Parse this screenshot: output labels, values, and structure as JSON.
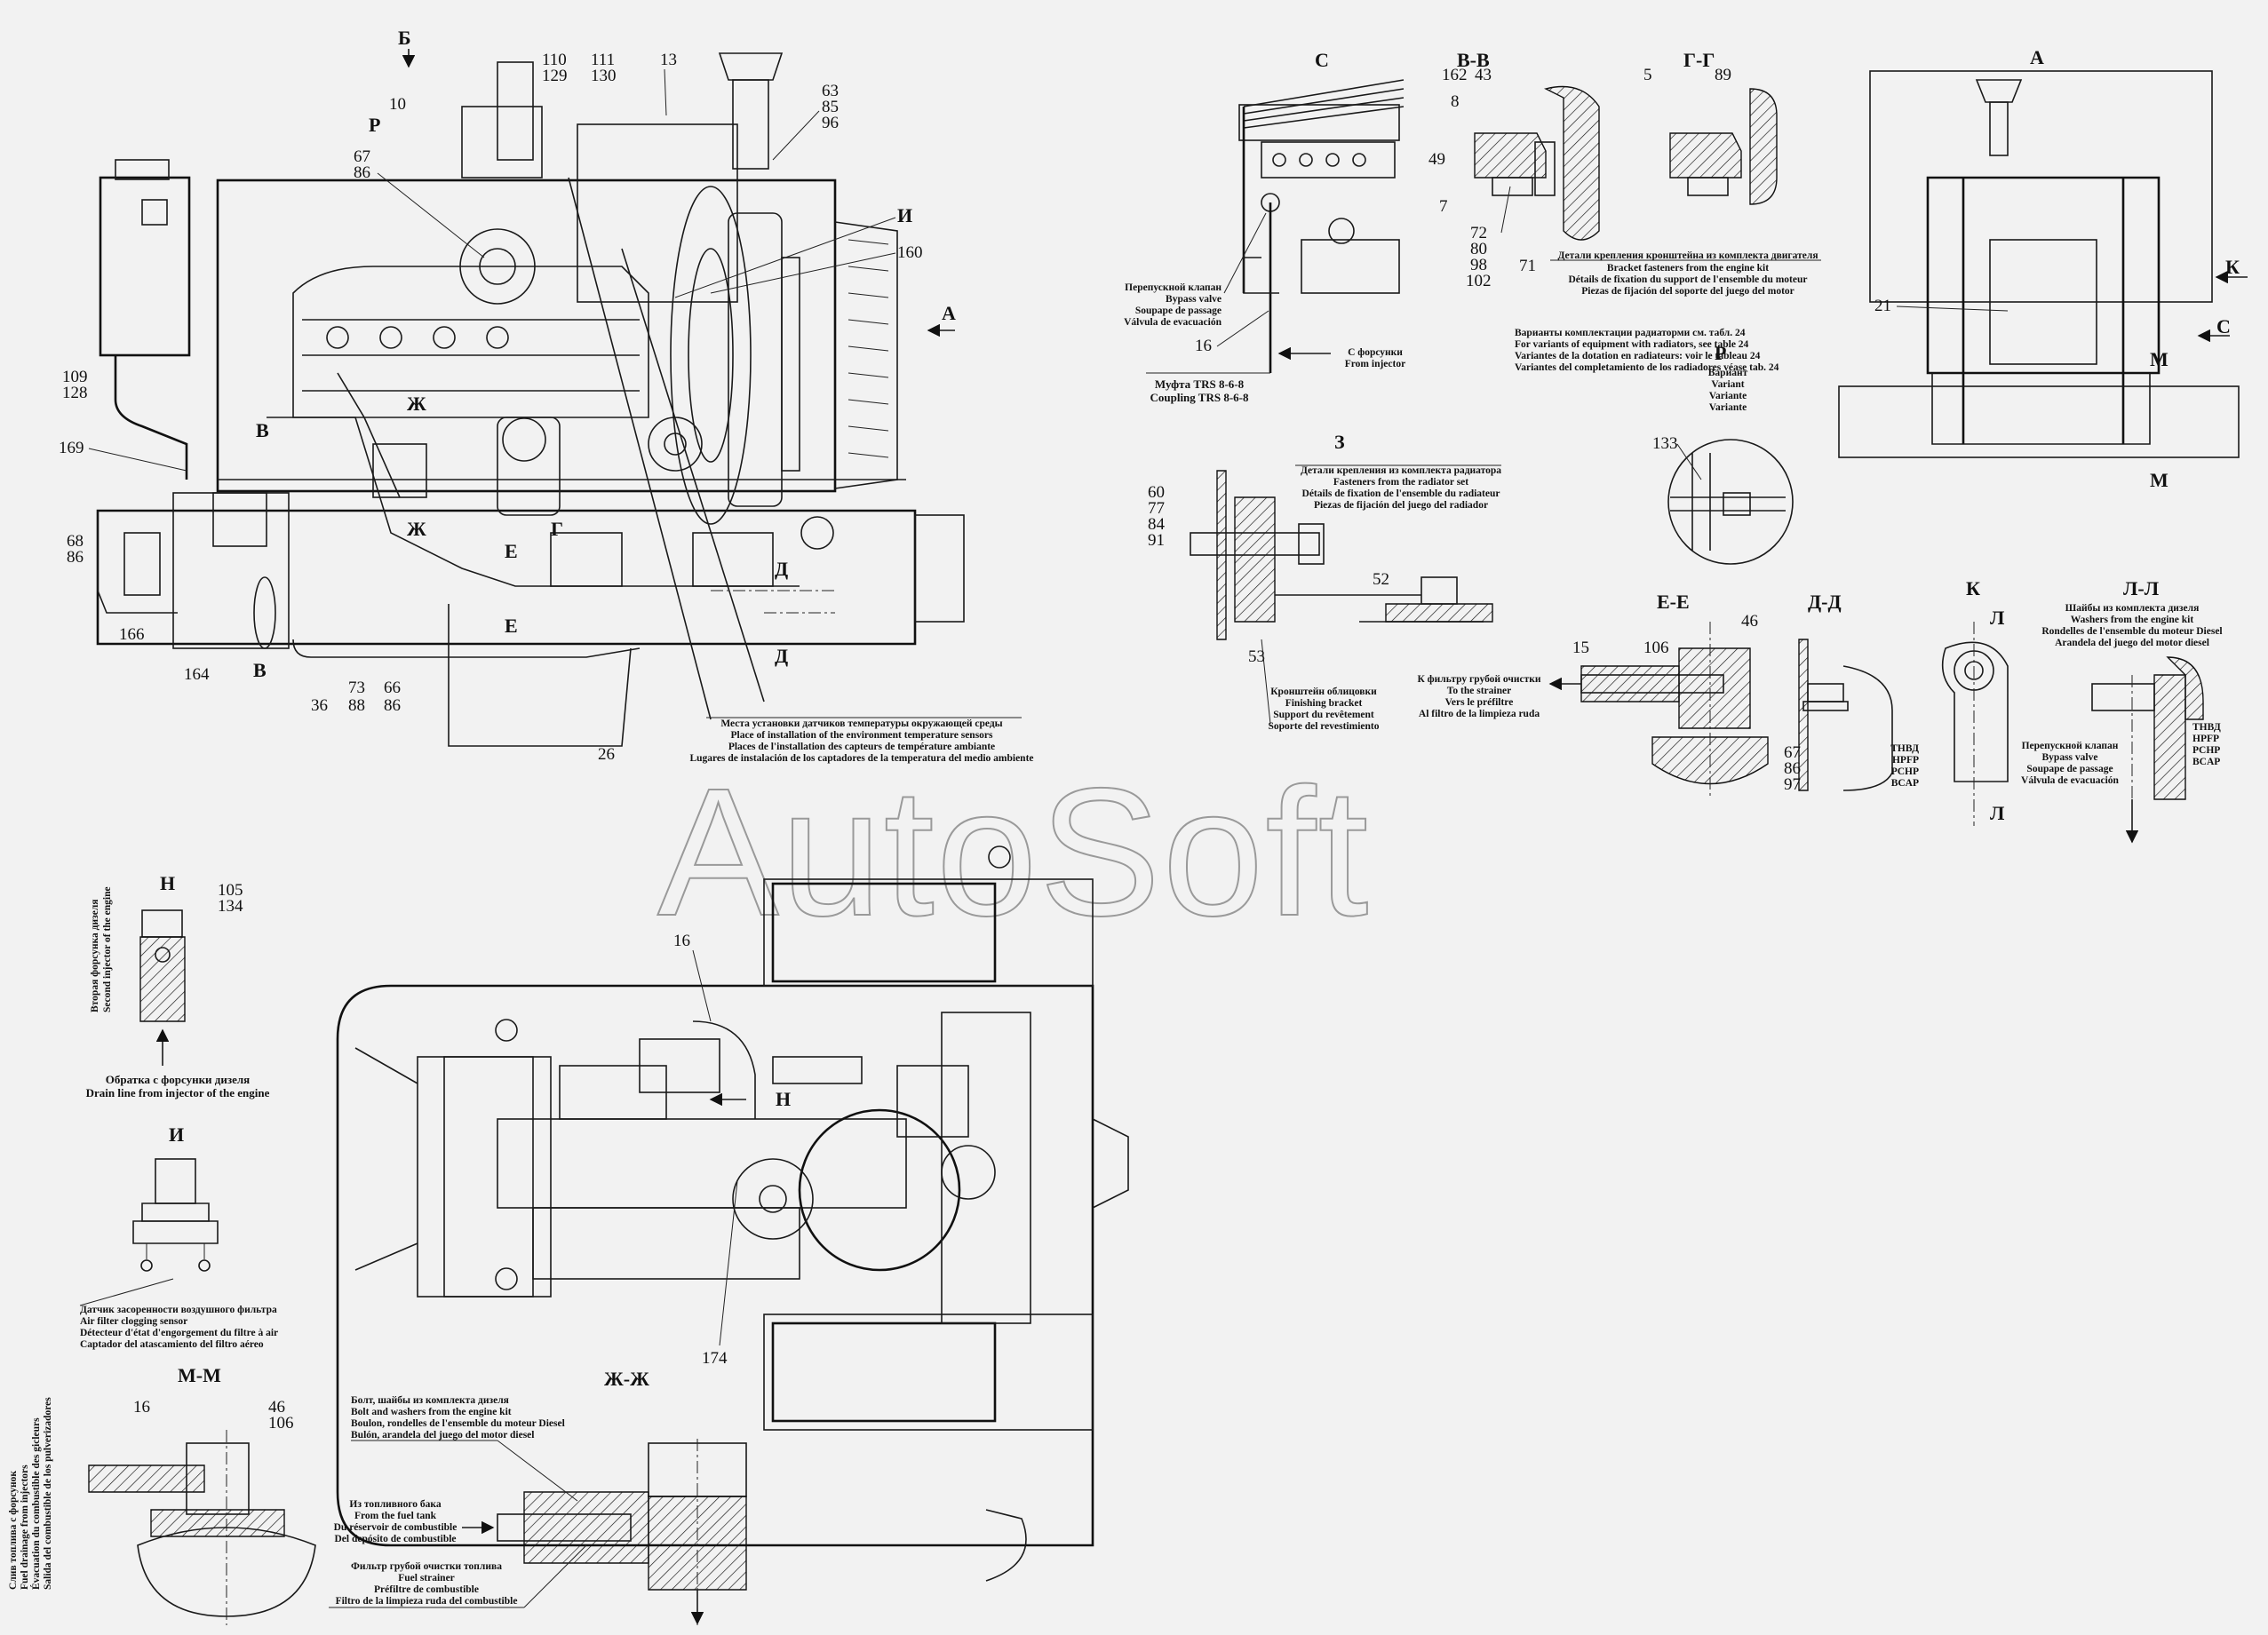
{
  "watermark": "AutoSoft",
  "views": {
    "main_top": {
      "arrow_b": "Б",
      "arrow_a": "А",
      "label_p": "Р",
      "label_i": "И",
      "label_v": "В",
      "label_zh": "Ж",
      "label_e": "Е",
      "label_g": "Г",
      "label_d": "Д",
      "parts": [
        "10",
        "67",
        "86",
        "110",
        "129",
        "111",
        "130",
        "13",
        "63",
        "85",
        "96",
        "160",
        "109",
        "128",
        "169",
        "68",
        "86",
        "166",
        "164",
        "36",
        "73",
        "88",
        "66",
        "86",
        "26"
      ]
    },
    "view_c": {
      "title": "С",
      "bypass": [
        "Перепускной клапан",
        "Bypass valve",
        "Soupape de passage",
        "Válvula de evacuación"
      ],
      "part_16": "16",
      "from_injector": [
        "С форсунки",
        "From injector"
      ],
      "coupling": [
        "Муфта TRS 8-6-8",
        "Coupling TRS 8-6-8"
      ]
    },
    "view_vv": {
      "title": "В-В",
      "parts": [
        "8",
        "162",
        "43",
        "49",
        "7",
        "72",
        "80",
        "98",
        "102",
        "71"
      ]
    },
    "view_gg": {
      "title": "Г-Г",
      "parts": [
        "5",
        "89"
      ],
      "bracket": [
        "Детали крепления кронштейна из комплекта двигателя",
        "Bracket fasteners from the engine kit",
        "Détails de fixation du support de l'ensemble du moteur",
        "Piezas de fijación del soporte del juego del motor"
      ]
    },
    "view_a": {
      "title": "А",
      "arrow_k": "К",
      "arrow_c": "С",
      "label_m": "М",
      "part_21": "21",
      "radiator_variants": [
        "Варианты комплектации радиаторми см. табл. 24",
        "For variants of equipment with radiators, see table 24",
        "Variantes de la dotation en radiateurs: voir le tableau 24",
        "Variantes del completamiento de los radiadores véase tab. 24"
      ]
    },
    "view_z": {
      "title": "З",
      "parts": [
        "60",
        "77",
        "84",
        "91",
        "52",
        "53"
      ],
      "fasteners": [
        "Детали крепления из комплекта радиатора",
        "Fasteners from the radiator set",
        "Détails de fixation de l'ensemble du radiateur",
        "Piezas de fijación del juego del radiador"
      ],
      "finishing": [
        "Кронштейн облицовки",
        "Finishing bracket",
        "Support du revêtement",
        "Soporte del revestimiento"
      ]
    },
    "view_r": {
      "title": "Р",
      "variant": [
        "Вариант",
        "Variant",
        "Variante",
        "Variante"
      ],
      "part_133": "133"
    },
    "view_ee": {
      "title": "Е-Е",
      "parts": [
        "15",
        "106",
        "46"
      ],
      "strainer": [
        "К фильтру грубой очистки",
        "To the strainer",
        "Vers le préfiltre",
        "Al filtro de la limpieza ruda"
      ]
    },
    "view_dd": {
      "title": "Д-Д",
      "parts": [
        "67",
        "86",
        "97"
      ]
    },
    "view_k": {
      "title": "К",
      "label_l": "Л",
      "pumps": [
        "ТНВД",
        "HPFP",
        "PCHP",
        "BCAP"
      ]
    },
    "view_ll": {
      "title": "Л-Л",
      "washers": [
        "Шайбы из комплекта дизеля",
        "Washers from the engine kit",
        "Rondelles de l'ensemble du moteur Diesel",
        "Arandela del juego del motor diesel"
      ],
      "bypass": [
        "Перепускной клапан",
        "Bypass valve",
        "Soupape de passage",
        "Válvula de evacuación"
      ],
      "pumps": [
        "ТНВД",
        "HPFP",
        "PCHP",
        "BCAP"
      ]
    },
    "sensors_note": [
      "Места установки датчиков температуры окружающей среды",
      "Place of installation of the environment temperature sensors",
      "Places de l'installation des capteurs de température ambiante",
      "Lugares de instalación de los captadores de la temperatura del medio ambiente"
    ],
    "view_n": {
      "title": "Н",
      "parts": [
        "105",
        "134"
      ],
      "second_injector": [
        "Вторая форсунка дизеля",
        "Second injector of the engine"
      ],
      "drain": [
        "Обратка с форсунки дизеля",
        "Drain line from injector of the engine"
      ]
    },
    "view_i": {
      "title": "И",
      "sensor": [
        "Датчик засоренности воздушного фильтра",
        "Air filter clogging sensor",
        "Détecteur d'état d'engorgement du filtre à air",
        "Captador del atascamiento del filtro aéreo"
      ]
    },
    "view_mm": {
      "title": "М-М",
      "parts": [
        "16",
        "46",
        "106"
      ],
      "fuel_drainage": [
        "Слив топлива с форсунок",
        "Fuel drainage from injectors",
        "Évacuation du combustible des gicleurs",
        "Salida del combustible de los pulverizadores"
      ]
    },
    "bottom_view": {
      "label_n": "Н",
      "part_16": "16",
      "part_174": "174"
    },
    "view_zhzh": {
      "title": "Ж-Ж",
      "bolt": [
        "Болт, шайбы из комплекта дизеля",
        "Bolt and washers from the engine kit",
        "Boulon, rondelles de l'ensemble du moteur Diesel",
        "Bulón, arandela del juego del motor diesel"
      ],
      "fuel_tank": [
        "Из топливного бака",
        "From the fuel tank",
        "Du réservoir de combustible",
        "Del depósito de combustible"
      ],
      "fuel_strainer": [
        "Фильтр грубой очистки топлива",
        "Fuel strainer",
        "Préfiltre de combustible",
        "Filtro de la limpieza ruda del combustible"
      ]
    }
  }
}
